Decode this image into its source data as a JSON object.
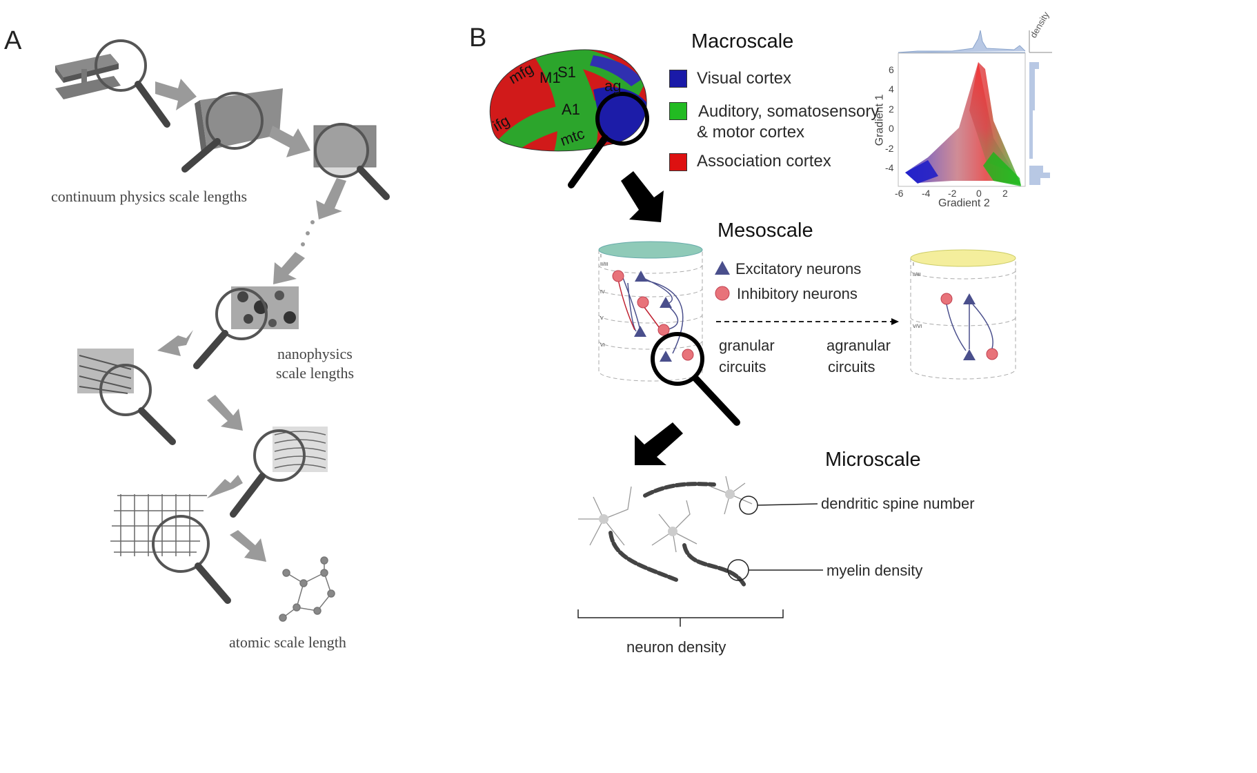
{
  "panels": {
    "a": "A",
    "b": "B"
  },
  "panel_a": {
    "continuum": "continuum physics scale lengths",
    "nano_line1": "nanophysics",
    "nano_line2": "scale lengths",
    "atomic": "atomic scale length"
  },
  "panel_b": {
    "macro_title": "Macroscale",
    "meso_title": "Mesoscale",
    "micro_title": "Microscale",
    "brain_labels": {
      "mfg": "mfg",
      "m1": "M1",
      "s1": "S1",
      "ag": "ag",
      "ifg": "ifg",
      "a1": "A1",
      "mtc": "mtc"
    },
    "legend": [
      {
        "label": "Visual cortex",
        "color": "#1a1aa8"
      },
      {
        "label": "Auditory, somatosensory",
        "label2": "& motor cortex",
        "color": "#22bb22"
      },
      {
        "label": "Association cortex",
        "color": "#dd1111"
      }
    ],
    "scatter": {
      "xlabel": "Gradient 2",
      "ylabel": "Gradient 1",
      "density": "density",
      "xticks": [
        "-6",
        "-4",
        "-2",
        "0",
        "2"
      ],
      "yticks": [
        "6",
        "4",
        "2",
        "0",
        "-2",
        "-4"
      ]
    },
    "neuron_legend": {
      "excitatory": "Excitatory neurons",
      "inhibitory": "Inhibitory neurons"
    },
    "granular_1": "granular",
    "granular_2": "circuits",
    "agranular_1": "agranular",
    "agranular_2": "circuits",
    "layers_left": [
      "I",
      "II/III",
      "IV",
      "V",
      "VI"
    ],
    "layers_right": [
      "I",
      "II/III",
      "V/VI"
    ],
    "spine": "dendritic spine number",
    "myelin": "myelin density",
    "neuron_density": "neuron density",
    "colors": {
      "excit": "#4a4f8c",
      "inhib": "#e8737a",
      "arrow": "#8a8a8a",
      "teal": "#8fcab8",
      "yellow": "#f4ee9c"
    }
  }
}
